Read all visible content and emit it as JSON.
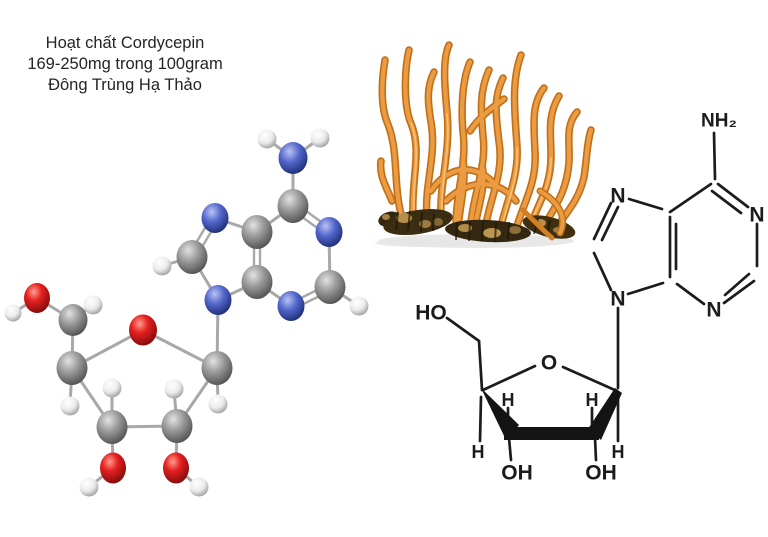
{
  "caption": {
    "line1": "Hoạt chất Cordycepin",
    "line2": "169-250mg trong 100gram",
    "line3": "Đông Trùng Hạ Thảo"
  },
  "structure2d": {
    "amino": "NH₂",
    "n1": "N",
    "n3": "N",
    "n7": "N",
    "n9": "N",
    "ring_oxygen": "O",
    "hydroxymethyl": "HO",
    "h_c4": "H",
    "h_c3": "H",
    "h_c2": "H",
    "h_c1": "H",
    "oh_left": "OH",
    "oh_right": "OH"
  },
  "colors": {
    "carbon": "#8f8f8f",
    "nitrogen": "#4f63c8",
    "oxygen": "#e01f1f",
    "hydrogen": "#ededed",
    "bond": "#a8a8a8",
    "skeletal_line": "#1c1c1c",
    "fungus_orange": "#e6953a",
    "fungus_body_brown": "#3a2c12",
    "text": "#242424"
  }
}
